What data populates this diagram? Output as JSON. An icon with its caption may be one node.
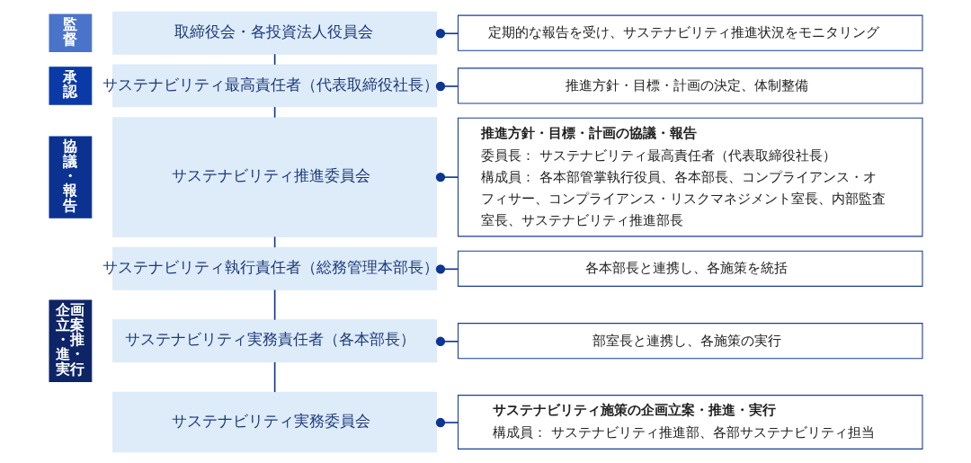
{
  "diagram": {
    "nodes": [
      {
        "text": [
          "監督"
        ]
      },
      {
        "text": [
          "取締役会・各投資法人役員会"
        ]
      },
      {
        "text": [
          "定期的な報告を受け、サステナビリティ推進状況をモニタリング"
        ]
      },
      {
        "text": [
          "承認"
        ]
      },
      {
        "text": [
          "サステナビリティ最高責任者（代表取締役社長）"
        ]
      },
      {
        "text": [
          "推進方針・目標・計画の決定、体制整備"
        ]
      },
      {
        "text": [
          "協議・報告"
        ]
      },
      {
        "text": [
          "サステナビリティ推進委員会"
        ]
      },
      {
        "text": [
          "推進方針・目標・計画の協議・報告",
          "委員長： サステナビリティ最高責任者（代表取締役社長）",
          "構成員： 各本部管掌執行役員、各本部長、コンプライアンス・オフィサー、コンプライアンス・リスクマネジメント室長、内部監査室長、サステナビリティ推進部長"
        ]
      },
      {
        "text": [
          "企画立案・推進・実行"
        ]
      },
      {
        "text": [
          "サステナビリティ執行責任者（総務管理本部長）"
        ]
      },
      {
        "text": [
          "各本部長と連携し、各施策を統括"
        ]
      },
      {
        "text": [
          "サステナビリティ実務責任者（各本部長）"
        ]
      },
      {
        "text": [
          "部室長と連携し、各施策の実行"
        ]
      },
      {
        "text": [
          "サステナビリティ実務委員会"
        ]
      },
      {
        "text": [
          "サステナビリティ施策の企画立案・推進・実行",
          "構成員： サステナビリティ推進部、各部サステナビリティ担当"
        ]
      }
    ],
    "edges": [
      {
        "from": 1,
        "to": 2,
        "arrow": "other"
      },
      {
        "from": 4,
        "to": 5,
        "arrow": "other"
      },
      {
        "from": 7,
        "to": 8,
        "arrow": "other"
      },
      {
        "from": 10,
        "to": 11,
        "arrow": "other"
      },
      {
        "from": 12,
        "to": 13,
        "arrow": "other"
      },
      {
        "from": 14,
        "to": 15,
        "arrow": "other"
      },
      {
        "from": 1,
        "to": 4,
        "arrow": "none"
      },
      {
        "from": 4,
        "to": 7,
        "arrow": "none"
      },
      {
        "from": 7,
        "to": 10,
        "arrow": "none"
      },
      {
        "from": 10,
        "to": 12,
        "arrow": "none"
      },
      {
        "from": 12,
        "to": 14,
        "arrow": "none"
      }
    ]
  }
}
